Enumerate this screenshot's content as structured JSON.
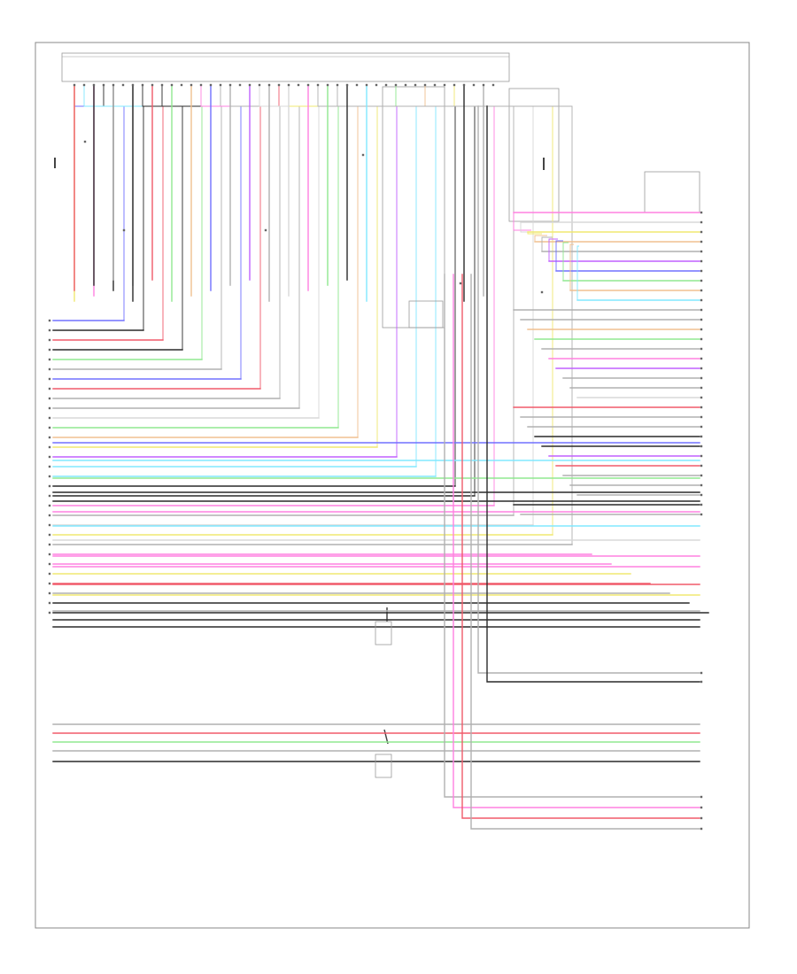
{
  "colors": {
    "background": "#ffffff",
    "frame": "#888888",
    "black": "#2a2a2a",
    "red": "#f05a6a",
    "pink": "#ff80e0",
    "violet": "#c060ff",
    "blue": "#7070ff",
    "light_blue": "#80e8ff",
    "green": "#90e890",
    "yellow": "#f0e870",
    "orange": "#f0c090",
    "gray": "#b0b0b0",
    "white": "#d8d8d8"
  },
  "wire_colors": [
    "black",
    "red",
    "pink",
    "violet",
    "blue",
    "light_blue",
    "green",
    "yellow",
    "orange",
    "gray",
    "white"
  ]
}
